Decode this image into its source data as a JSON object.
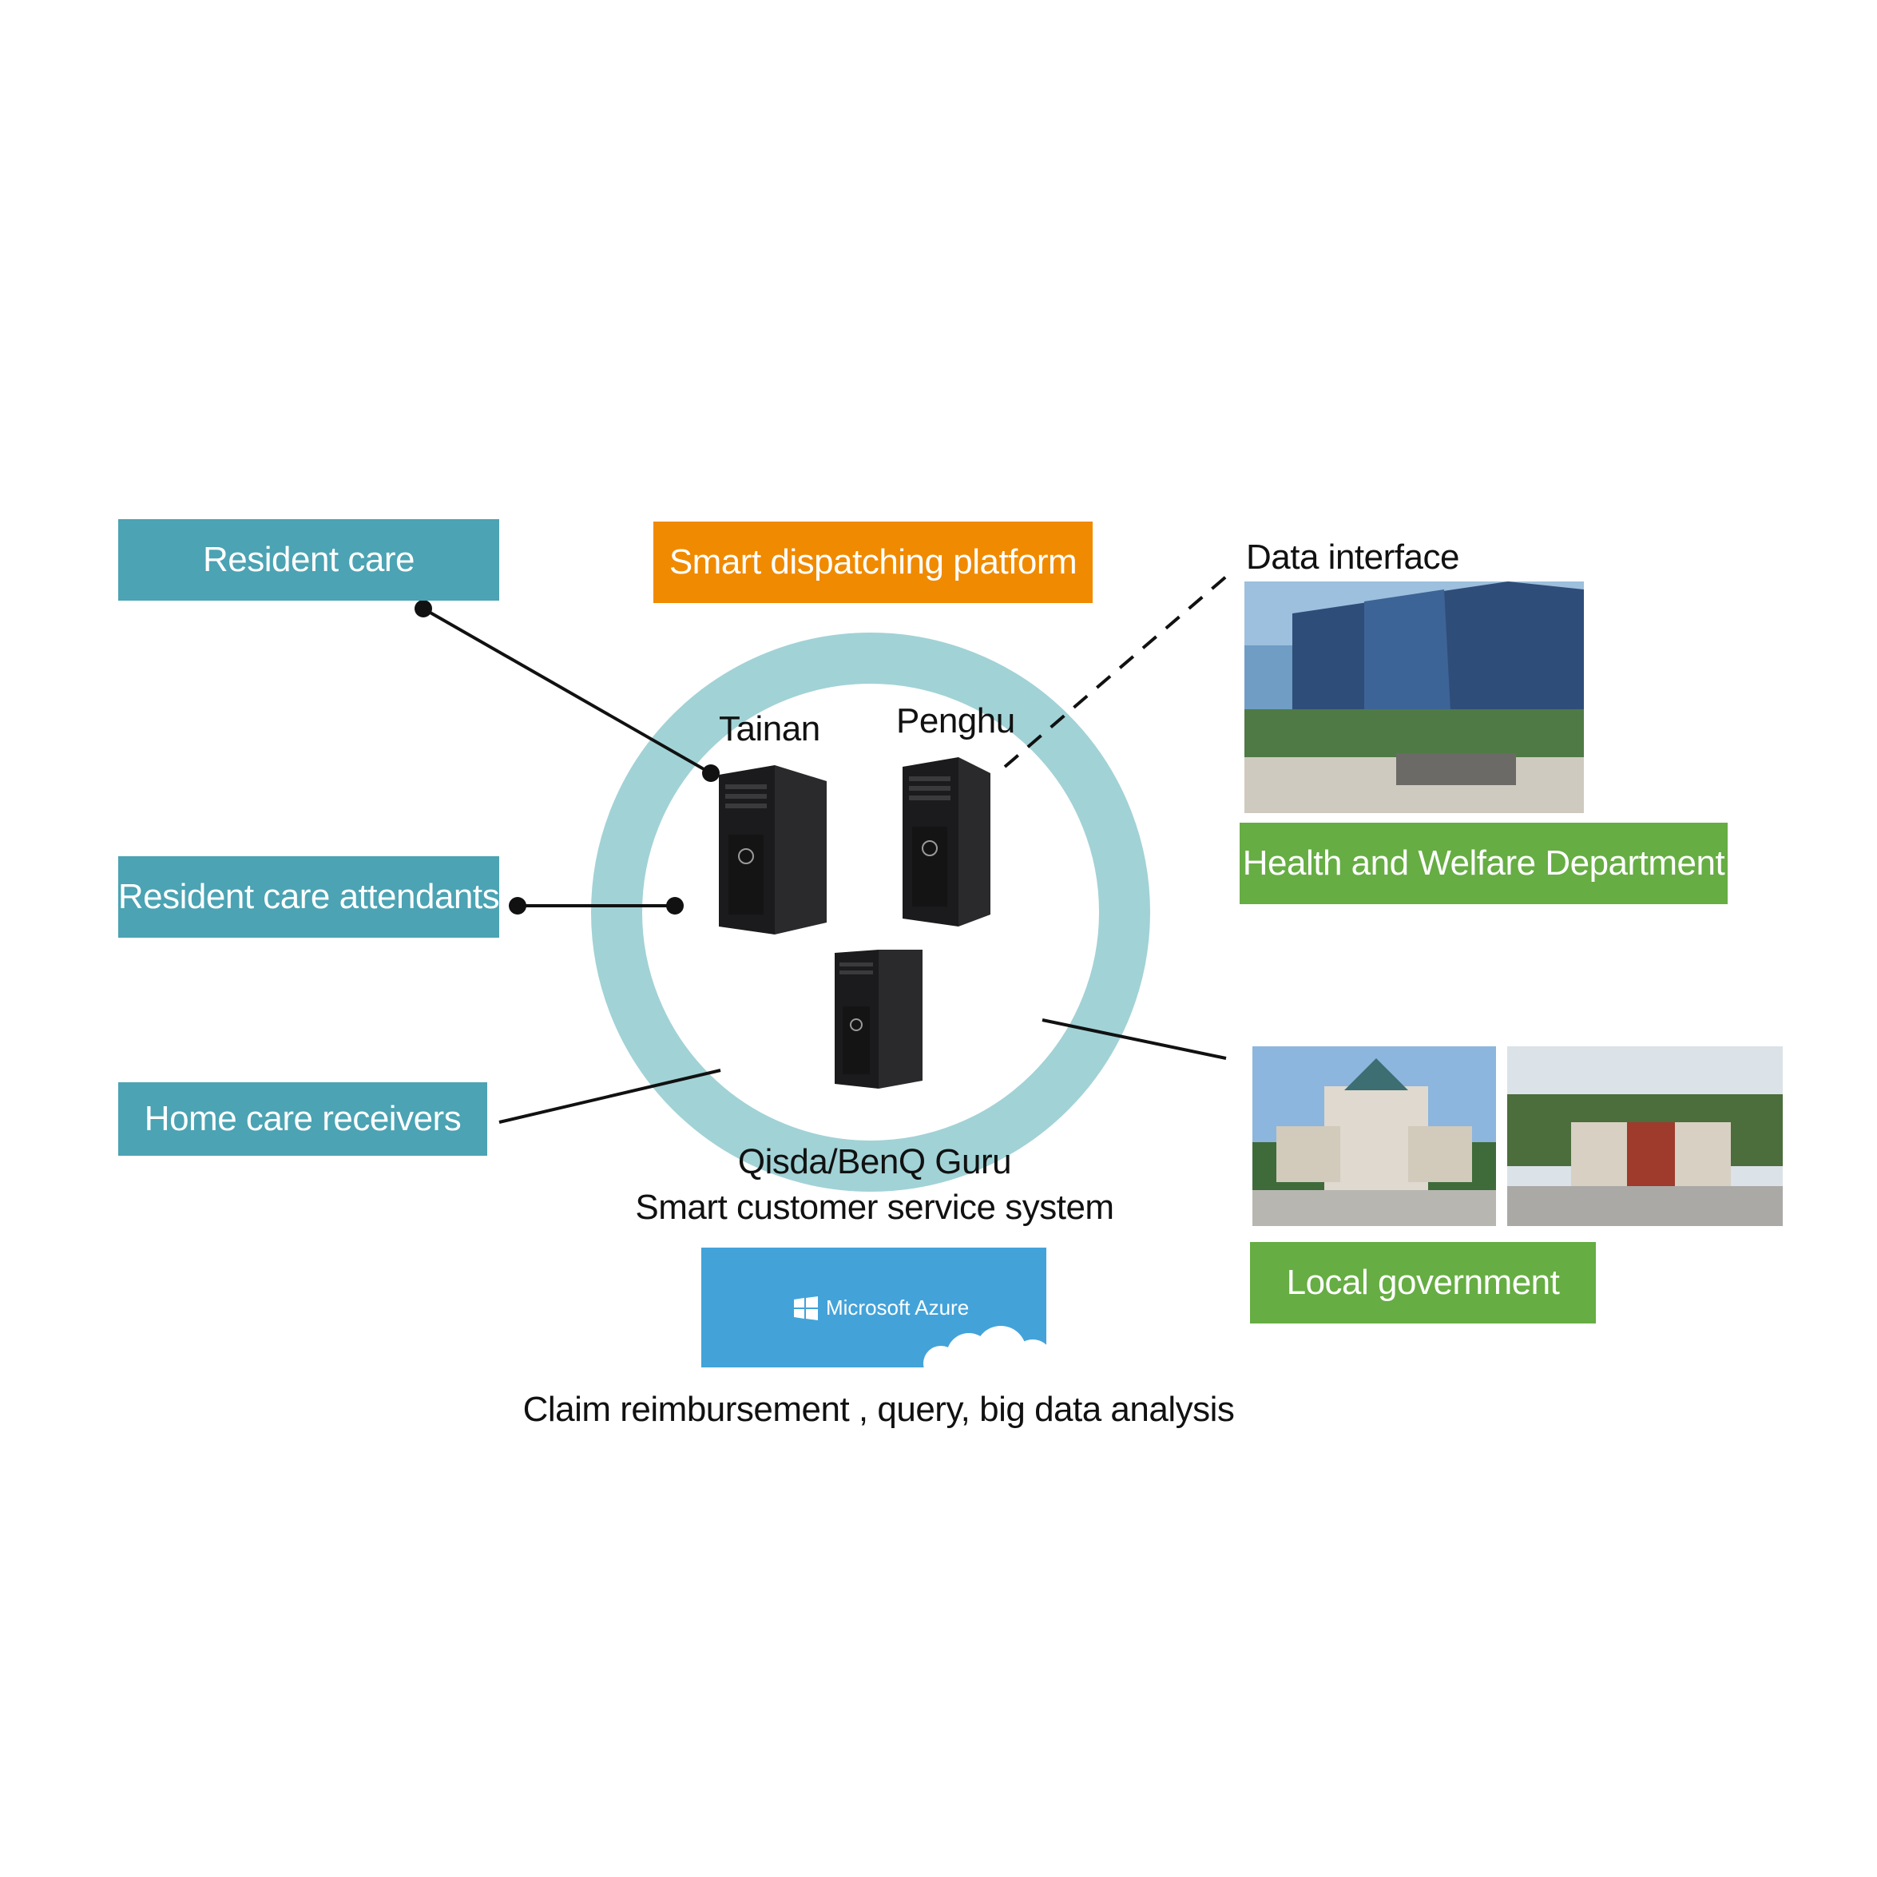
{
  "sources": {
    "resident_care": "Resident care",
    "resident_care_attendants": "Resident care attendants",
    "home_care_receivers": "Home care receivers"
  },
  "platform": {
    "title": "Smart dispatching platform",
    "servers": [
      {
        "label": "Tainan"
      },
      {
        "label": "Penghu"
      },
      {
        "label": ""
      }
    ],
    "system_name_line1": "Qisda/BenQ Guru",
    "system_name_line2": "Smart customer service system"
  },
  "cloud": {
    "brand": "Microsoft Azure",
    "caption": "Claim reimbursement , query, big data analysis"
  },
  "external": {
    "data_interface_label": "Data interface",
    "health_dept_label": "Health and Welfare Department",
    "local_gov_label": "Local government"
  },
  "icons": [
    "server-tower-icon",
    "windows-logo-icon",
    "cloud-icon",
    "building-photo"
  ],
  "colors": {
    "teal": "#4ba3b3",
    "orange": "#f08a00",
    "green": "#66ad43",
    "ring": "#a1d2d6",
    "azure_blue": "#43a3d9"
  }
}
